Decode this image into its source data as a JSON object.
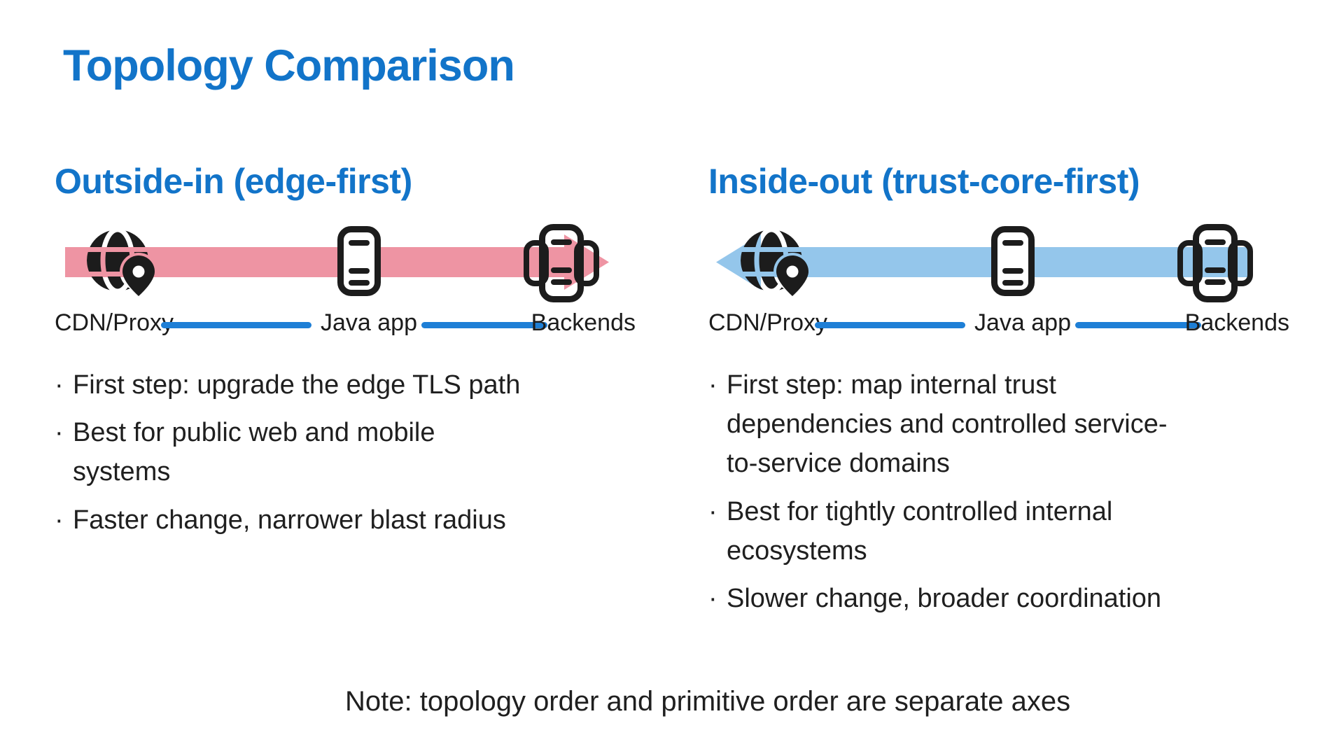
{
  "slide": {
    "title": "Topology Comparison",
    "note": "Note: topology order and primitive order are separate axes",
    "bullet_char": "·"
  },
  "colors": {
    "accent_blue": "#1274C9",
    "connector_blue": "#1E7FD6",
    "arrow_pink": "#EE94A3",
    "arrow_light_blue": "#94C6EB",
    "icon_black": "#1C1C1C",
    "text_dark": "#1F1F1F"
  },
  "columns": [
    {
      "heading": "Outside-in (edge-first)",
      "arrow_direction": "right",
      "nodes": [
        "CDN/Proxy",
        "Java app",
        "Backends"
      ],
      "node_icons": [
        "globe-pin-icon",
        "server-icon",
        "server-cluster-icon"
      ],
      "bullets": [
        "First step: upgrade the edge TLS path",
        "Best for public web and mobile\nsystems",
        "Faster change, narrower blast radius"
      ]
    },
    {
      "heading": "Inside-out (trust-core-first)",
      "arrow_direction": "left",
      "nodes": [
        "CDN/Proxy",
        "Java app",
        "Backends"
      ],
      "node_icons": [
        "globe-pin-icon",
        "server-icon",
        "server-cluster-icon"
      ],
      "bullets": [
        "First step: map internal trust\ndependencies and controlled service-\nto-service domains",
        "Best for tightly controlled internal\necosystems",
        "Slower change, broader coordination"
      ]
    }
  ]
}
